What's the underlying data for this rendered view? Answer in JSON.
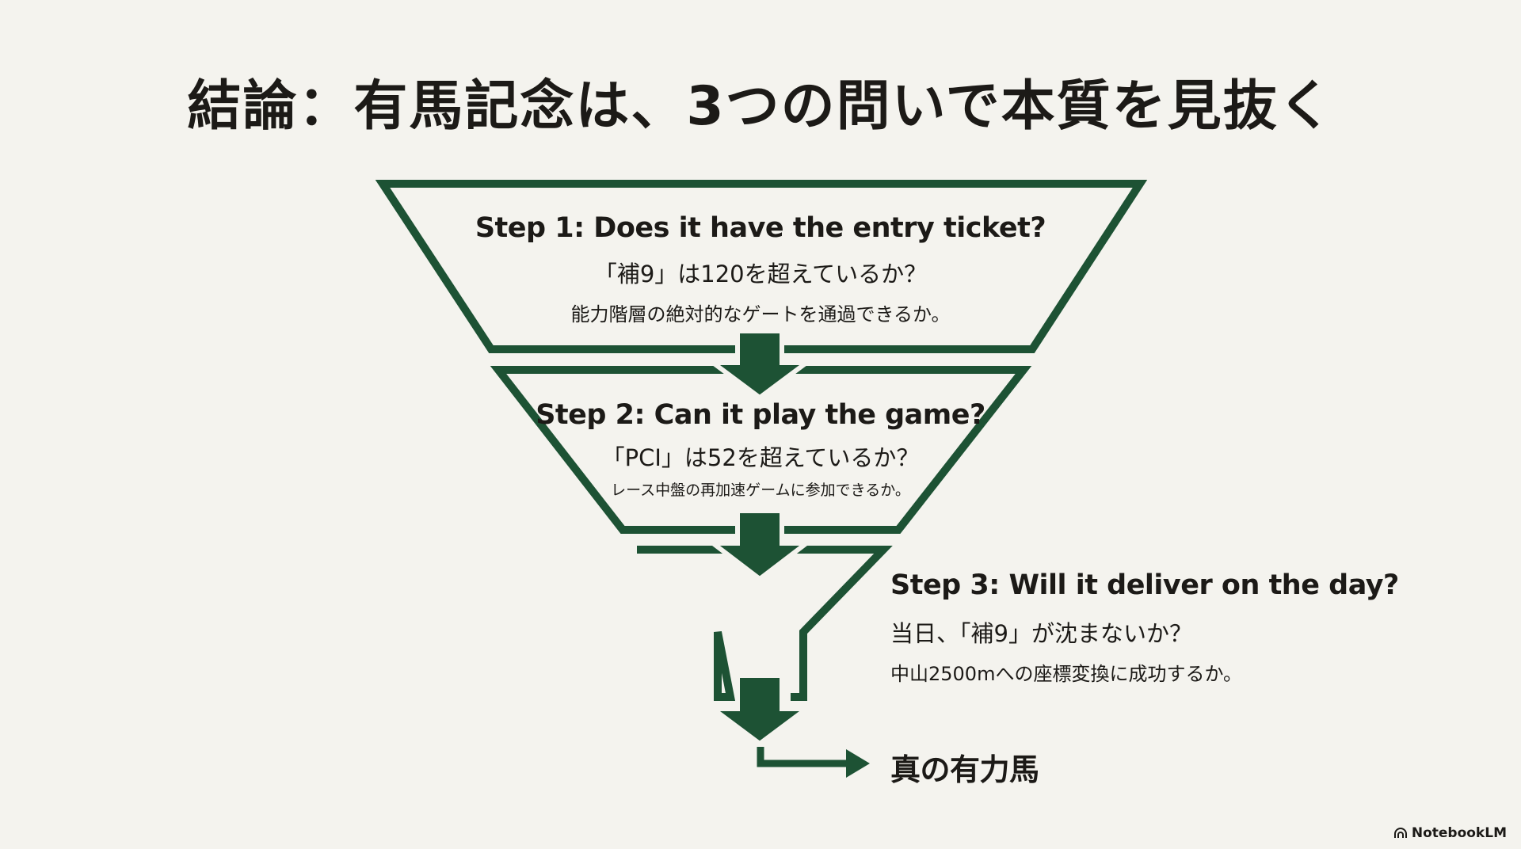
{
  "title": "結論：有馬記念は、3つの問いで本質を見抜く",
  "steps": [
    {
      "heading": "Step 1: Does it have the entry ticket?",
      "question": "「補9」は120を超えているか？",
      "note": "能力階層の絶対的なゲートを通過できるか。"
    },
    {
      "heading": "Step 2: Can it play the game?",
      "question": "「PCI」は52を超えているか？",
      "note": "レース中盤の再加速ゲームに参加できるか。"
    },
    {
      "heading": "Step 3: Will it deliver on the day?",
      "question": "当日、「補9」が沈まないか？",
      "note": "中山2500mへの座標変換に成功するか。"
    }
  ],
  "result": "真の有力馬",
  "brand": "NotebookLM",
  "colors": {
    "accent": "#1d5234",
    "background": "#f4f3ee",
    "text": "#1c1a17"
  }
}
